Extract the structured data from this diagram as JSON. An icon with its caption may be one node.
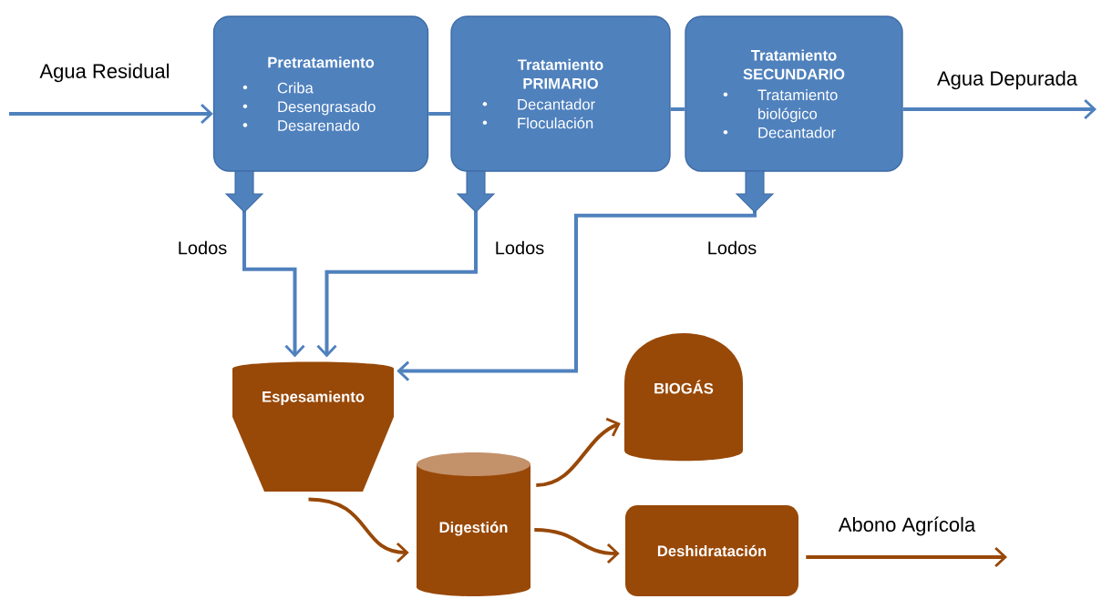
{
  "diagram": {
    "nodes": [
      {
        "text": [
          "Pretratamiento",
          "Criba",
          "Desengrasado",
          "Desarenado"
        ]
      },
      {
        "text": [
          "Tratamiento PRIMARIO",
          "Decantador",
          "Floculación"
        ]
      },
      {
        "text": [
          "Tratamiento SECUNDARIO",
          "Tratamiento biológico",
          "Decantador"
        ]
      },
      {
        "text": [
          "Espesamiento"
        ]
      },
      {
        "text": [
          "Digestión"
        ]
      },
      {
        "text": [
          "BIOGÁS"
        ]
      },
      {
        "text": [
          "Deshidratación"
        ]
      }
    ],
    "edges": [
      {
        "from": null,
        "to": 0,
        "arrow": "to",
        "label": "Agua Residual"
      },
      {
        "from": 0,
        "to": 1,
        "arrow": "none"
      },
      {
        "from": 1,
        "to": 2,
        "arrow": "none"
      },
      {
        "from": 2,
        "to": null,
        "arrow": "to",
        "label": "Agua Depurada"
      },
      {
        "from": 0,
        "to": 3,
        "arrow": "to",
        "label": "Lodos"
      },
      {
        "from": 1,
        "to": 3,
        "arrow": "to",
        "label": "Lodos"
      },
      {
        "from": 2,
        "to": 3,
        "arrow": "to",
        "label": "Lodos"
      },
      {
        "from": 3,
        "to": 4,
        "arrow": "to",
        "color": "#984807"
      },
      {
        "from": 4,
        "to": 5,
        "arrow": "to",
        "color": "#984807"
      },
      {
        "from": 4,
        "to": 6,
        "arrow": "to",
        "color": "#984807"
      },
      {
        "from": 6,
        "to": null,
        "arrow": "to",
        "label": "Abono Agrícola",
        "color": "#984807"
      }
    ]
  }
}
